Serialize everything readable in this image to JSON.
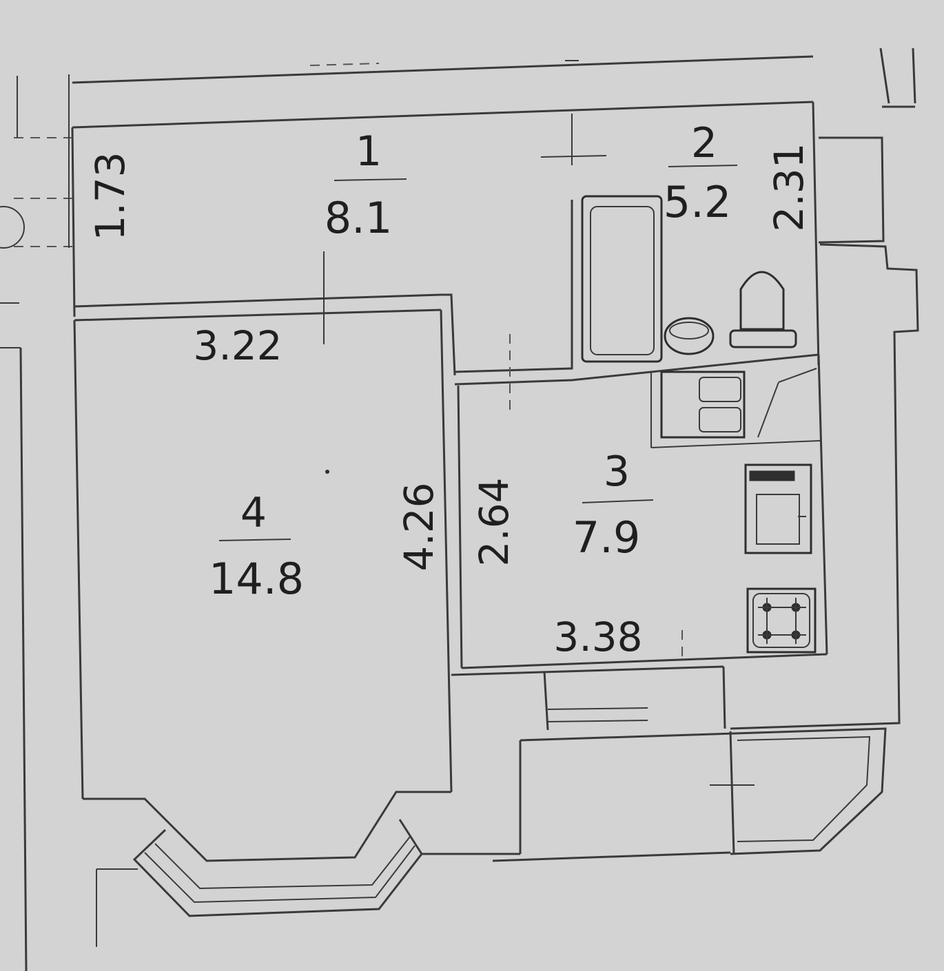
{
  "rooms": [
    {
      "number": "1",
      "area": "8.1"
    },
    {
      "number": "2",
      "area": "5.2"
    },
    {
      "number": "3",
      "area": "7.9"
    },
    {
      "number": "4",
      "area": "14.8"
    }
  ],
  "dimensions": {
    "hall_width": "1.73",
    "hall_length": "3.22",
    "bath_width": "2.31",
    "room_depth": "4.26",
    "kitchen_depth": "2.64",
    "kitchen_width": "3.38"
  }
}
